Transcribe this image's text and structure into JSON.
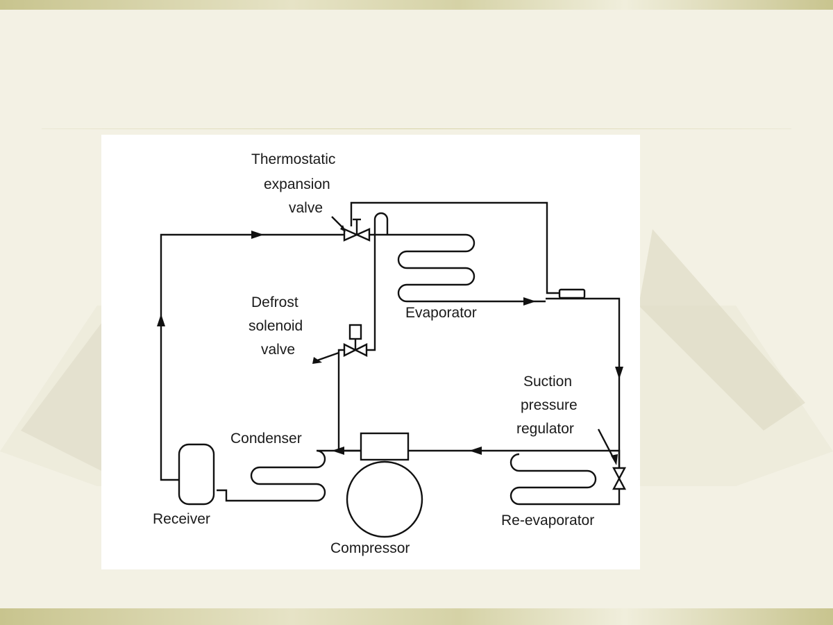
{
  "diagram": {
    "labels": {
      "thermostatic_expansion_valve": [
        "Thermostatic",
        "expansion",
        "valve"
      ],
      "defrost_solenoid_valve": [
        "Defrost",
        "solenoid",
        "valve"
      ],
      "evaporator": "Evaporator",
      "suction_pressure_regulator": [
        "Suction",
        "pressure",
        "regulator"
      ],
      "condenser": "Condenser",
      "receiver": "Receiver",
      "compressor": "Compressor",
      "re_evaporator": "Re-evaporator"
    }
  }
}
